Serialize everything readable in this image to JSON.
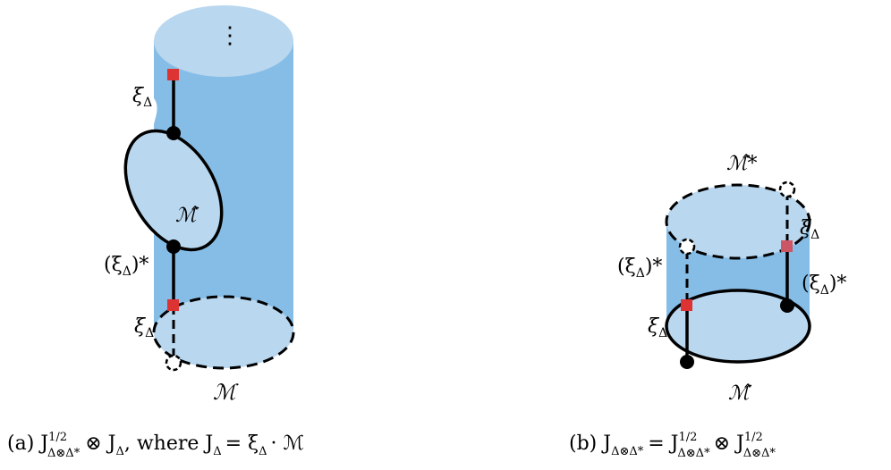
{
  "figure_a": {
    "dots": "⋮",
    "label_xi_top": "ξ",
    "label_xi_top_sub": "Δ",
    "label_inner": "ℳ̂",
    "label_xi_star": "(ξ",
    "label_xi_star_sub": "Δ",
    "label_xi_star_close": ")*",
    "label_xi_bottom": "ξ",
    "label_xi_bottom_sub": "Δ",
    "label_bottom": "ℳ",
    "caption": {
      "prefix": "(a) J",
      "sup": "1/2",
      "sub": "Δ⊗Δ*",
      "mid": "⊗ J",
      "sub2": "Δ",
      "suffix": ", where J",
      "sub3": "Δ",
      "eq": "= ξ",
      "sub4": "Δ",
      "end": "· ℳ"
    }
  },
  "figure_b": {
    "label_top": "ℳ̂*",
    "label_xi_right": "ξ",
    "label_xi_right_sub": "Δ",
    "label_xi_star_left": "(ξ",
    "label_xi_star_left_sub": "Δ",
    "label_xi_star_left_close": ")*",
    "label_xi_star_right": "(ξ",
    "label_xi_star_right_sub": "Δ",
    "label_xi_star_right_close": ")*",
    "label_xi_left": "ξ",
    "label_xi_left_sub": "Δ",
    "label_bottom": "ℳ̂",
    "caption": {
      "prefix": "(b) J",
      "sub": "Δ⊗Δ*",
      "eq": "= J",
      "sup": "1/2",
      "sub2": "Δ⊗Δ*",
      "mid": "⊗ J",
      "sup2": "1/2",
      "sub3": "Δ⊗Δ*"
    }
  },
  "colors": {
    "cylinder_light": "#b9d7ef",
    "cylinder_body": "#86bde6",
    "cylinder_dark": "#6aaadd",
    "marker_red": "#dd3333",
    "line_black": "#000000"
  }
}
